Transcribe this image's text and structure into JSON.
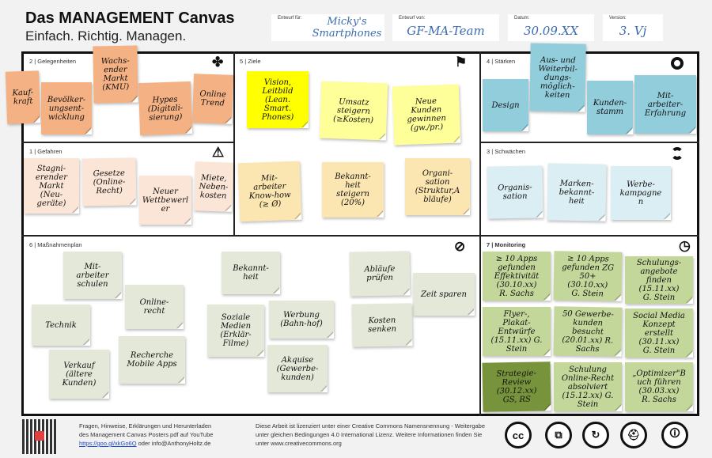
{
  "header": {
    "title": "Das MANAGEMENT Canvas",
    "subtitle": "Einfach. Richtig. Managen.",
    "fields": [
      {
        "label": "Entwurf für:",
        "value": "Micky's\nSmartphones"
      },
      {
        "label": "Entwurf von:",
        "value": "GF-MA-Team"
      },
      {
        "label": "Datum:",
        "value": "30.09.XX"
      },
      {
        "label": "Version:",
        "value": "3. Vj"
      }
    ]
  },
  "sections": {
    "gelegenheiten": {
      "label": "2 | Gelegenheiten",
      "icon": "clover-icon"
    },
    "gefahren": {
      "label": "1 | Gefahren",
      "icon": "warning-icon"
    },
    "ziele": {
      "label": "5 | Ziele",
      "icon": "checkered-flag-icon"
    },
    "staerken": {
      "label": "4 | Stärken",
      "icon": "ring-icon"
    },
    "schwaechen": {
      "label": "3 | Schwächen",
      "icon": "broken-ring-icon"
    },
    "massnahmen": {
      "label": "6 | Maßnahmenplan",
      "icon": "compass-icon"
    },
    "monitoring": {
      "label": "7 | Monitoring",
      "icon": "stopwatch-icon"
    }
  },
  "colors": {
    "gelegenheiten": "#f4b183",
    "gefahren": "#fbe5d6",
    "ziele": "#ffff99",
    "ziele_vision": "#ffff00",
    "ziele_lower": "#fbe5b0",
    "staerken": "#92cddc",
    "schwaechen": "#daeef3",
    "massnahmen": "#e3e8d8",
    "monitoring": "#c4d79b",
    "monitoring_dark": "#77933c"
  },
  "notes": {
    "gelegenheiten": [
      "Kauf-\nkraft",
      "Bevölker-\nungsent-\nwicklung",
      "Wachs-\nender\nMarkt\n(KMU)",
      "Hypes\n(Digitali-\nsierung)",
      "Online\nTrend"
    ],
    "gefahren": [
      "Stagni-\nerender\nMarkt\n(Neu-\ngeräte)",
      "Gesetze\n(Online-\nRecht)",
      "Neuer\nWettbewerl\ner",
      "Miete,\nNeben-\nkosten"
    ],
    "ziele": [
      "Vision,\nLeitbild\n(Lean.\nSmart.\nPhones)",
      "Umsatz\nsteigern\n(≥Kosten)",
      "Neue\nKunden\ngewinnen\n(gw./pr.)",
      "Mit-\narbeiter\nKnow-how\n(≥ Ø)",
      "Bekannt-\nheit\nsteigern\n(20%)",
      "Organi-\nsation\n(Struktur,A\nbläufe)"
    ],
    "staerken": [
      "Design",
      "Aus- und\nWeiterbil-\ndungs-\nmöglich-\nkeiten",
      "Kunden-\nstamm",
      "Mit-\narbeiter-\nErfahrung"
    ],
    "schwaechen": [
      "Organis-\nsation",
      "Marken-\nbekannt-\nheit",
      "Werbe-\nkampagne\nn"
    ],
    "massnahmen": [
      "Mit-\narbeiter\nschulen",
      "Technik",
      "Online-\nrecht",
      "Verkauf\n(ältere\nKunden)",
      "Recherche\nMobile Apps",
      "Bekannt-\nheit",
      "Soziale\nMedien\n(Erklär-\nFilme)",
      "Werbung\n(Bahn-hof)",
      "Akquise\n(Gewerbe-\nkunden)",
      "Abläufe\nprüfen",
      "Zeit sparen",
      "Kosten\nsenken"
    ],
    "monitoring": [
      "≥ 10 Apps\ngefunden\nEffektivität\n(30.10.xx)\nR. Sachs",
      "≥ 10 Apps\ngefunden ZG\n50+\n(30.10.xx)\nG. Stein",
      "Schulungs-\nangebote\nfinden\n(15.11.xx)\nG. Stein",
      "Flyer-,\nPlakat-\nEntwürfe\n(15.11.xx) G.\nStein",
      "50 Gewerbe-\nkunden\nbesucht\n(20.01.xx) R.\nSachs",
      "Social Media\nKonzept\nerstellt\n(30.11.xx)\nG. Stein",
      "Strategie-\nReview\n(30.12.xx)\nGS, RS",
      "Schulung\nOnline-Recht\nabsolviert\n(15.12.xx) G.\nStein",
      "„Optimizer\"B\nuch führen\n(30.03.xx)\nR. Sachs"
    ]
  },
  "footer": {
    "help_line1": "Fragen, Hinweise, Erklärungen und Herunterladen",
    "help_line2": "des Management Canvas  Posters pdf auf YouTube",
    "link": "https://goo.gl/xkGo6Q",
    "help_line3": " oder info@AnthonyHoltz.de",
    "license": "Diese Arbeit ist lizenziert unter einer Creative Commons Namensnennung - Weitergabe unter gleichen Bedingungen 4.0 International Lizenz. Weitere Informationen finden Sie unter www.creativecommons.org",
    "cc_icons": [
      "cc",
      "⧉",
      "↻",
      "⛑",
      "🛈"
    ]
  }
}
